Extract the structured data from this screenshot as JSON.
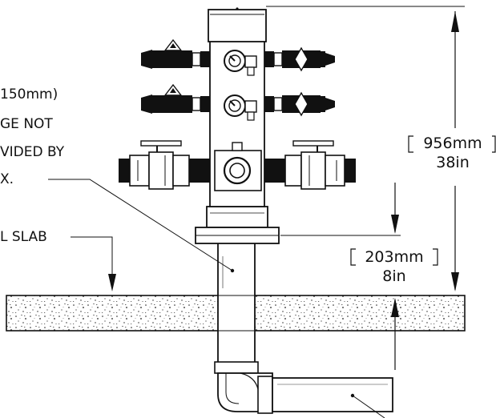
{
  "notes": {
    "left_lines": [
      "150mm)",
      "GE NOT",
      "VIDED BY",
      "X."
    ],
    "slab_label": "L SLAB"
  },
  "dimensions": {
    "overall_mm": "956mm",
    "overall_in": "38in",
    "base_mm": "203mm",
    "base_in": "8in"
  }
}
